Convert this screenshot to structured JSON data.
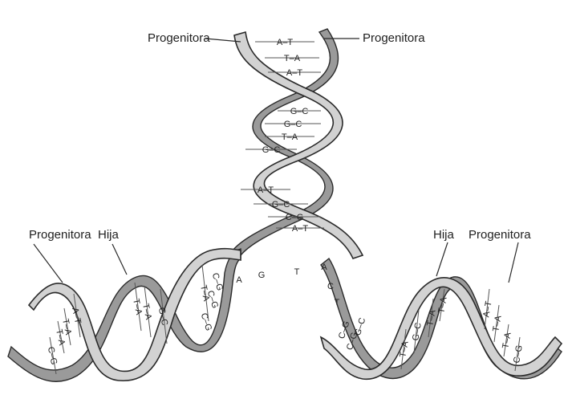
{
  "labels": {
    "top_left": "Progenitora",
    "top_right": "Progenitora",
    "left_parent": "Progenitora",
    "left_daughter": "Hija",
    "right_daughter": "Hija",
    "right_parent": "Progenitora"
  },
  "top_pairs": [
    "A–T",
    "T–A",
    "A–T",
    "G–C",
    "G–C",
    "T–A",
    "G–C",
    "A–T",
    "G–C",
    "C–G",
    "A–T"
  ],
  "free_bases": [
    "C–G",
    "C–G",
    "C–G",
    "A",
    "G",
    "T",
    "A",
    "C",
    "T",
    "C–G",
    "C–G",
    "G–C"
  ],
  "left_helix_pairs": [
    "A–T",
    "T–A",
    "T–A",
    "C–G",
    "T–A",
    "T–A",
    "G–C",
    "T–A"
  ],
  "right_helix_pairs": [
    "T–A",
    "G–C",
    "T–A",
    "T–A",
    "A–T",
    "T–A",
    "T–A",
    "C–G"
  ],
  "colors": {
    "strand_light": "#d2d2d2",
    "strand_dark": "#9a9a9a",
    "outline": "#2a2a2a"
  }
}
